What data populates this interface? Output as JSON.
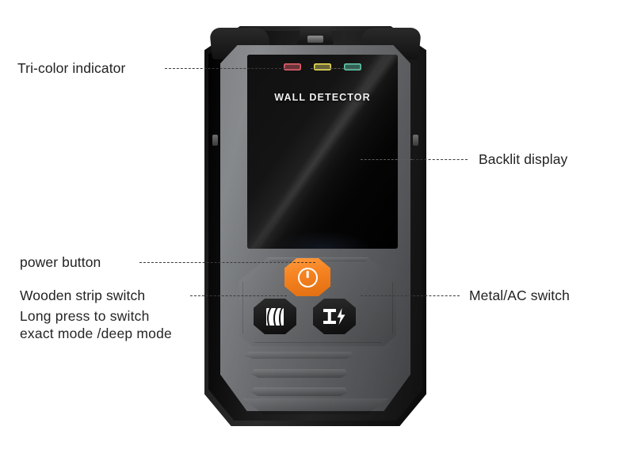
{
  "page": {
    "title": "Wall Detector annotated product diagram",
    "background_color": "#ffffff"
  },
  "device": {
    "brand_text": "WALL DETECTOR",
    "body_color": "#6f7174",
    "shell_color": "#141414",
    "screen_color": "#000000",
    "indicators": [
      {
        "name": "red-indicator",
        "color": "#e2606a"
      },
      {
        "name": "yellow-indicator",
        "color": "#e8dd57"
      },
      {
        "name": "green-indicator",
        "color": "#61c6a6"
      }
    ],
    "buttons": [
      {
        "name": "power-button",
        "icon": "power-icon",
        "color": "#f5811f"
      },
      {
        "name": "wooden-strip-button",
        "icon": "wood-grain-icon",
        "color": "#1a1a1a"
      },
      {
        "name": "metal-ac-button",
        "icon": "ibeam-bolt-icon",
        "color": "#1a1a1a"
      }
    ]
  },
  "annotations": {
    "tri_color_indicator": "Tri-color indicator",
    "backlit_display": "Backlit display",
    "power_button": "power button",
    "wooden_strip_switch": "Wooden strip switch",
    "wooden_strip_note_line1": "Long press to switch",
    "wooden_strip_note_line2": "exact mode /deep mode",
    "metal_ac_switch": "Metal/AC switch"
  }
}
